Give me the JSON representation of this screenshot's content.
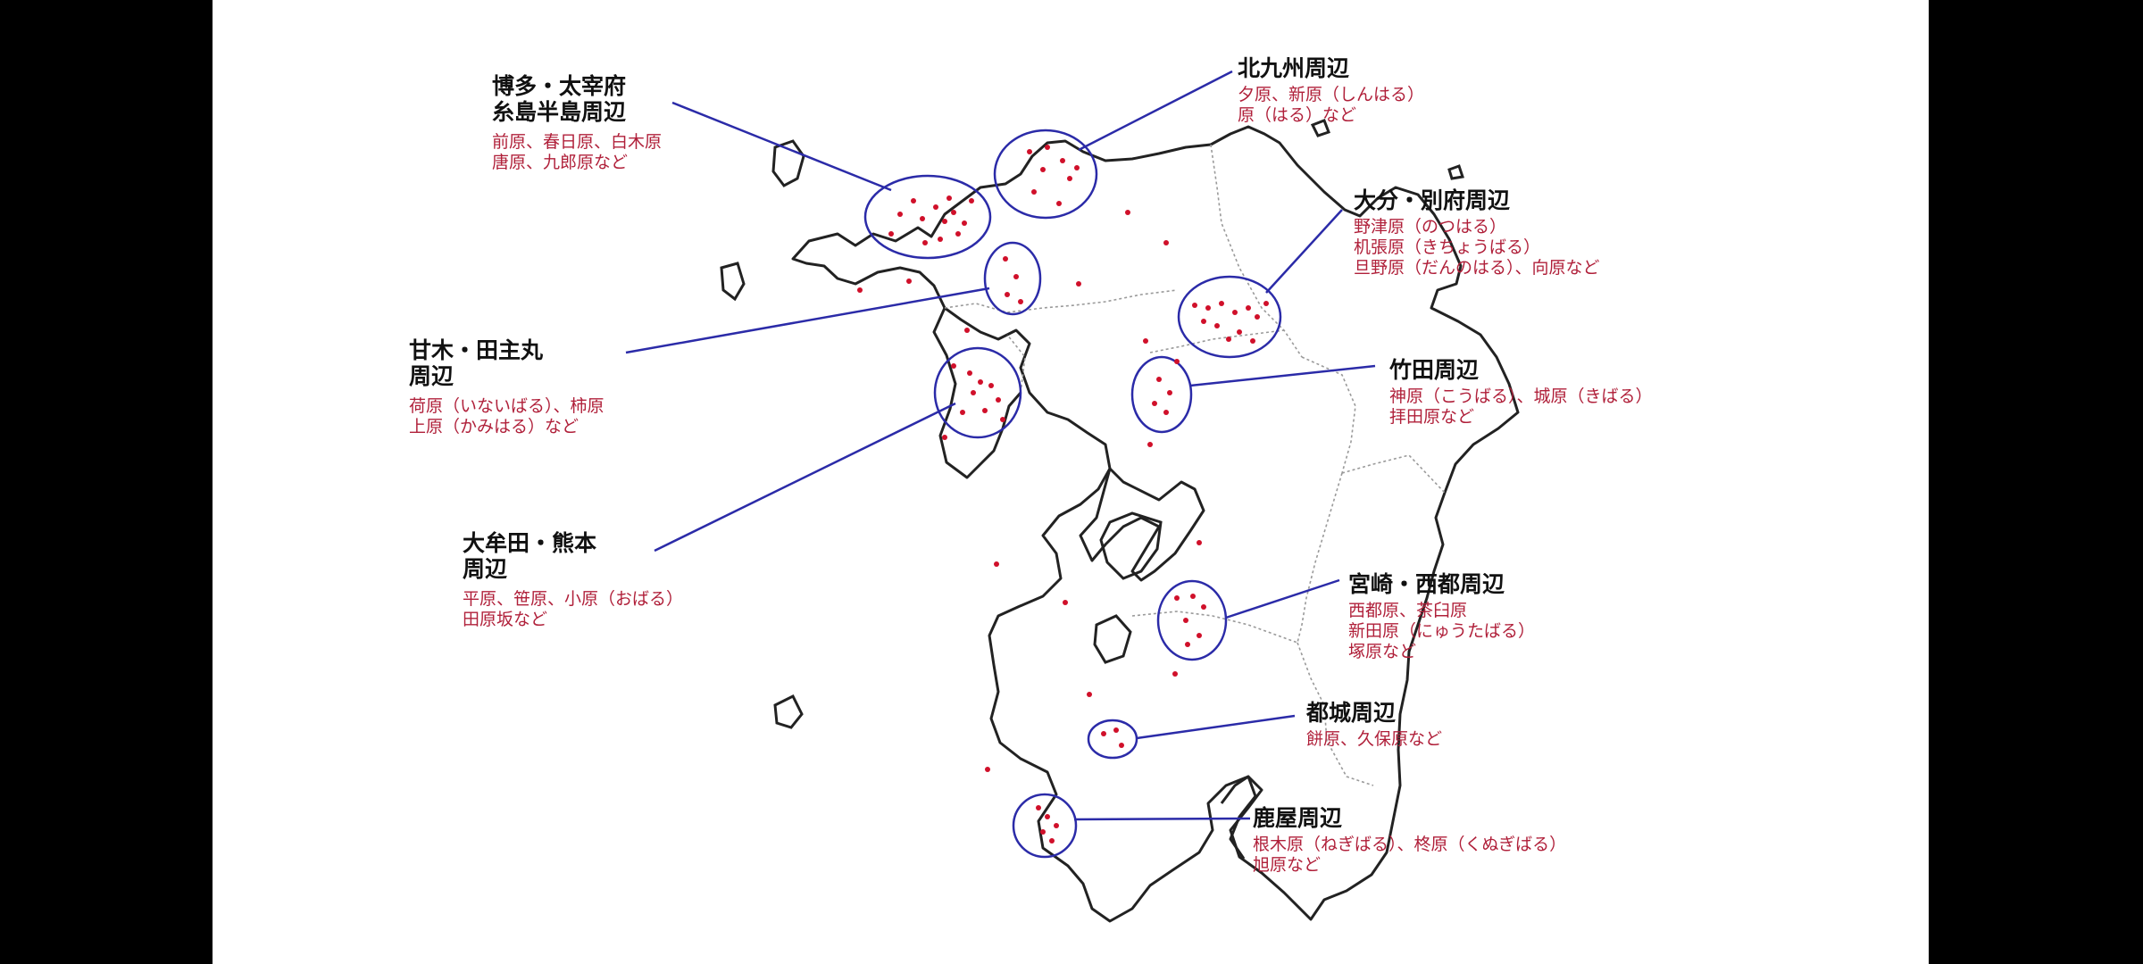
{
  "colors": {
    "coast": "#222222",
    "prefecture_border": "#9a9a9a",
    "callout": "#2b2ba8",
    "dot": "#d0102a",
    "place_text": "#b0203a"
  },
  "regions": [
    {
      "id": "hakata",
      "title": "博多・太宰府\n糸島半島周辺",
      "places": "前原、春日原、白木原\n唐原、九郎原など"
    },
    {
      "id": "kitakyushu",
      "title": "北九州周辺",
      "places": "夕原、新原（しんはる）\n原（はる）など"
    },
    {
      "id": "oita",
      "title": "大分・別府周辺",
      "places": "野津原（のつはる）\n机張原（きちょうばる）\n旦野原（だんのはる）、向原など"
    },
    {
      "id": "amagi",
      "title": "甘木・田主丸\n周辺",
      "places": "荷原（いないばる）、柿原\n上原（かみはる）など"
    },
    {
      "id": "taketa",
      "title": "竹田周辺",
      "places": "神原（こうばる）、城原（きばる）\n拝田原など"
    },
    {
      "id": "omuta",
      "title": "大牟田・熊本\n周辺",
      "places": "平原、笹原、小原（おばる）\n田原坂など"
    },
    {
      "id": "miyazaki",
      "title": "宮崎・西都周辺",
      "places": "西都原、茶臼原\n新田原（にゅうたばる）\n塚原など"
    },
    {
      "id": "miyakonojo",
      "title": "都城周辺",
      "places": "餅原、久保原など"
    },
    {
      "id": "kanoya",
      "title": "鹿屋周辺",
      "places": "根木原（ねぎばる）、柊原（くぬぎばる）\n旭原など"
    }
  ]
}
